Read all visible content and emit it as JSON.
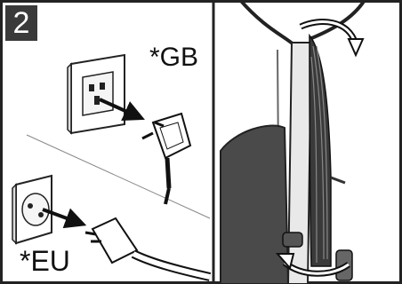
{
  "step_number": "2",
  "labels": {
    "gb": "*GB",
    "eu": "*EU"
  },
  "colors": {
    "frame": "#222222",
    "badge": "#3a3a3a",
    "bag": "#4a4a4a",
    "cord": "#3a3a3a",
    "arrow": "#111111"
  },
  "icons": [
    "gb-wall-socket-icon",
    "gb-plug-icon",
    "eu-wall-socket-icon",
    "eu-plug-icon",
    "rotate-arrow-icon"
  ]
}
